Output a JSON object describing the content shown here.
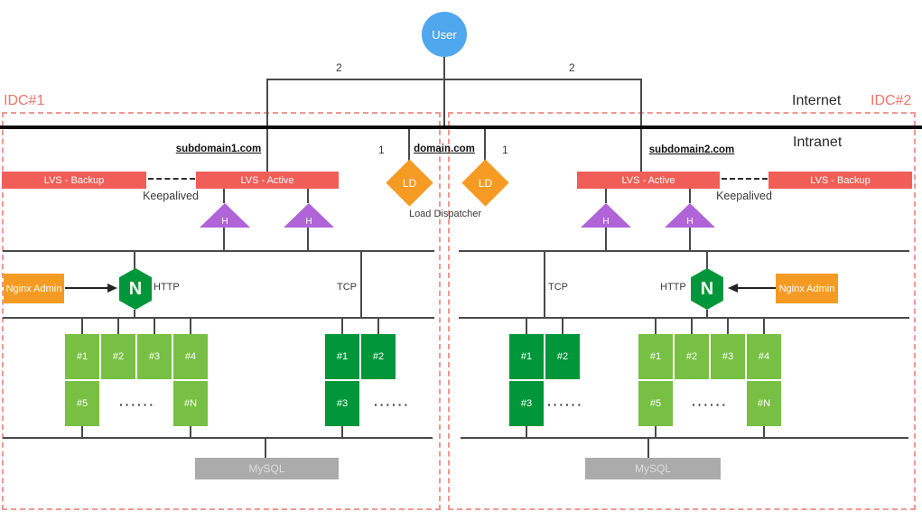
{
  "user": {
    "label": "User"
  },
  "flow": {
    "step2_left": "2",
    "step2_right": "2",
    "step1_left": "1",
    "step1_right": "1"
  },
  "zones": {
    "idc1": "IDC#1",
    "idc2": "IDC#2",
    "internet": "Internet",
    "intranet": "Intranet"
  },
  "domains": {
    "subdomain1": "subdomain1.com",
    "main": "domain.com",
    "subdomain2": "subdomain2.com"
  },
  "lvs": {
    "backup": "LVS - Backup",
    "active": "LVS - Active",
    "keepalived": "Keepalived"
  },
  "dispatcher": {
    "node": "LD",
    "caption": "Load Dispatcher"
  },
  "proxy": {
    "node": "H"
  },
  "nginx": {
    "letter": "N",
    "admin": "Nginx Admin",
    "http": "HTTP",
    "tcp": "TCP"
  },
  "servers": {
    "http_row1": [
      "#1",
      "#2",
      "#3",
      "#4"
    ],
    "http_row2_first": "#5",
    "http_row2_last": "#N",
    "tcp_row1": [
      "#1",
      "#2"
    ],
    "tcp_row2": "#3",
    "ellipsis": "······"
  },
  "database": {
    "label": "MySQL"
  },
  "colors": {
    "salmon_red": "#f15e57",
    "idc_border_pink": "#f09890",
    "orange": "#f59b23",
    "purple": "#b064d8",
    "light_green": "#77c043",
    "dark_green": "#009639",
    "user_blue": "#4fa7ee",
    "mysql_gray": "#ababab",
    "line_gray": "#4a4a4a"
  }
}
